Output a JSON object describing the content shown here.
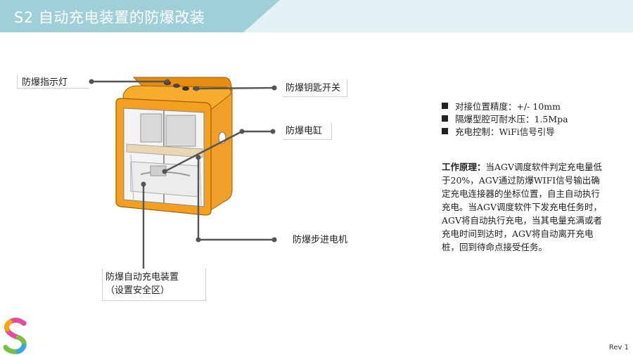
{
  "header": {
    "title": "S2 自动充电装置的防爆改装",
    "band_color": "#9fd0d8",
    "band_light_color": "#dff0f3"
  },
  "callouts": {
    "indicator_light": "防爆指示灯",
    "key_switch": "防爆钥匙开关",
    "cylinder": "防爆电缸",
    "stepper_motor": "防爆步进电机",
    "charger_device_line1": "防爆自动充电装置",
    "charger_device_line2": "（设置安全区）"
  },
  "specs": [
    "对接位置精度：+/- 10mm",
    "隔爆型腔可耐水压：1.5Mpa",
    "充电控制：WiFi信号引导"
  ],
  "principle": {
    "head": "工作原理：",
    "body": "当AGV调度软件判定充电量低于20%，AGV通过防爆WIFI信号输出确定充电连接器的坐标位置，自主自动执行充电。当AGV调度软件下发充电任务时，AGV将自动执行充电，当其电量充满或者充电时间到达时，AGV将自动离开充电桩，回到待命点接受任务。"
  },
  "footer": {
    "rev": "Rev 1"
  },
  "colors": {
    "cabinet": "#f3a021",
    "cabinet_edge": "#b86a00",
    "leader": "#555555"
  },
  "icons": {
    "logo": "s-logo",
    "bullet": "square-bullet"
  }
}
